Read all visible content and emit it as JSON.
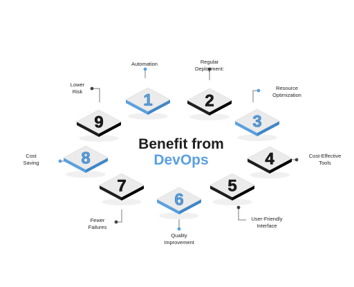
{
  "title": "Benefit from",
  "subtitle": "DevOps",
  "colors": {
    "accent": "#5aa0e0",
    "dark": "#1e1e1e",
    "tile_face": "#ebebeb"
  },
  "items": [
    {
      "number": "1",
      "label": "Automation",
      "style": "blue"
    },
    {
      "number": "2",
      "label": "Regular\nDeployment:",
      "style": "dark"
    },
    {
      "number": "3",
      "label": "Resource\nOptimization",
      "style": "blue"
    },
    {
      "number": "4",
      "label": "Cost-Effective\nTools",
      "style": "dark"
    },
    {
      "number": "5",
      "label": "User-Friendly\nInterface",
      "style": "dark"
    },
    {
      "number": "6",
      "label": "Quality\nImprovement",
      "style": "blue"
    },
    {
      "number": "7",
      "label": "Fewer\nFailures",
      "style": "dark"
    },
    {
      "number": "8",
      "label": "Cost\nSaving",
      "style": "blue"
    },
    {
      "number": "9",
      "label": "Lower\nRisk",
      "style": "dark"
    }
  ]
}
